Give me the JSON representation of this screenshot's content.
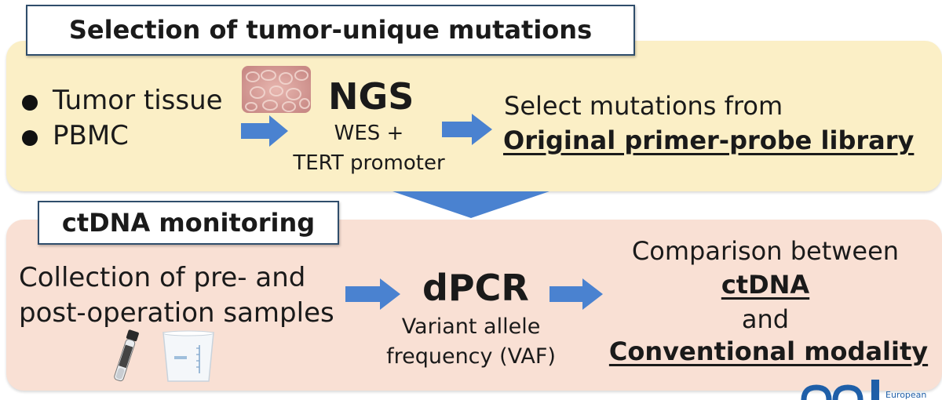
{
  "top": {
    "title": "Selection of tumor-unique mutations",
    "bullets": [
      "Tumor tissue",
      "PBMC"
    ],
    "method": "NGS",
    "method_detail_1": "WES +",
    "method_detail_2": "TERT promoter",
    "result_line_1": "Select mutations from",
    "result_line_2": "Original primer-probe library"
  },
  "bottom": {
    "title": "ctDNA monitoring",
    "input_line_1": "Collection of pre- and",
    "input_line_2": "post-operation samples",
    "method": "dPCR",
    "method_detail_1": "Variant allele",
    "method_detail_2": "frequency (VAF)",
    "result_line_1": "Comparison between",
    "result_line_2": "ctDNA",
    "result_line_3": "and",
    "result_line_4": "Conventional modality"
  },
  "logo": {
    "text": "European"
  },
  "colors": {
    "top_panel": "#fbefc6",
    "bottom_panel": "#f9e0d4",
    "arrow": "#4a82d0",
    "title_border": "#2f4d6b",
    "logo": "#1f5fa8"
  }
}
